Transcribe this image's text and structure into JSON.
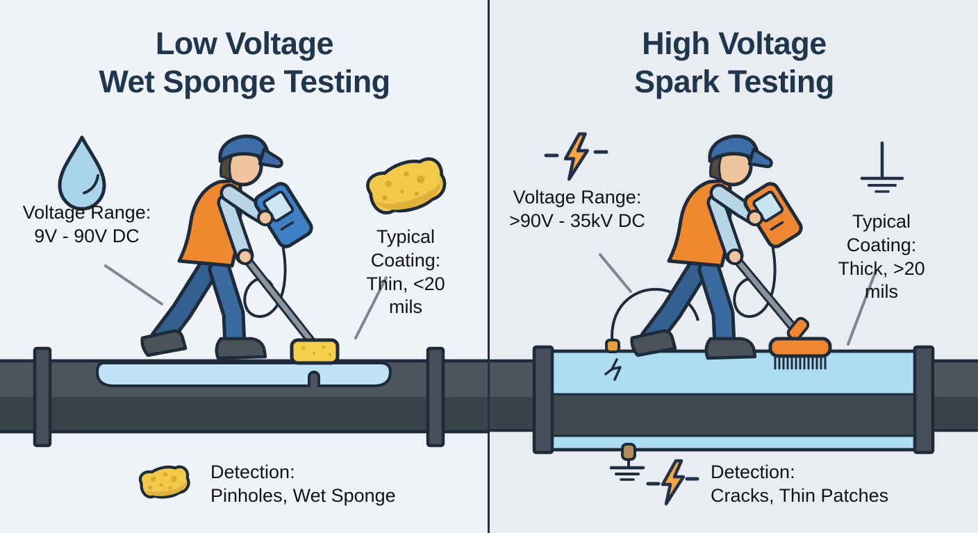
{
  "left_panel": {
    "title": "Low Voltage\nWet Sponge Testing",
    "voltage_label": "Voltage Range:\n9V - 90V DC",
    "coating_label": "Typical Coating:\nThin, <20 mils",
    "detection_label": "Detection:\nPinholes, Wet Sponge",
    "icons": {
      "top_left": "water-drop-icon",
      "top_right": "sponge-icon",
      "detection": "sponge-icon",
      "tool": "sponge-on-pole",
      "meter": "handheld-meter-blue"
    }
  },
  "right_panel": {
    "title": "High Voltage\nSpark Testing",
    "voltage_label": "Voltage Range:\n>90V - 35kV DC",
    "coating_label": "Typical Coating:\nThick, >20 mils",
    "detection_label": "Detection:\nCracks, Thin Patches",
    "icons": {
      "top_left": "lightning-bolt-icon",
      "top_right": "ground-symbol-icon",
      "detection": "lightning-bolt-icon",
      "tool": "spark-brush-on-pole",
      "meter": "handheld-meter-orange"
    }
  },
  "palette": {
    "background_left": "#eff2f6",
    "background_right": "#e9edf1",
    "title_navy": "#20364d",
    "outline_navy": "#1d2b3a",
    "vest_orange": "#f0882f",
    "bolt_orange": "#f6a544",
    "meter_blue": "#3f80c4",
    "meter_orange": "#ef8632",
    "shirt_blue": "#b9d6e9",
    "coating_blue_left": "#bfe2f4",
    "coating_blue_right": "#aedcf2",
    "water_drop_blue": "#a9d4ec",
    "sponge_yellow": "#f2c94a",
    "pipe_gray": "#4d565f",
    "pipe_gray_dark": "#3a424b",
    "leader_line_gray": "#7b8692"
  }
}
